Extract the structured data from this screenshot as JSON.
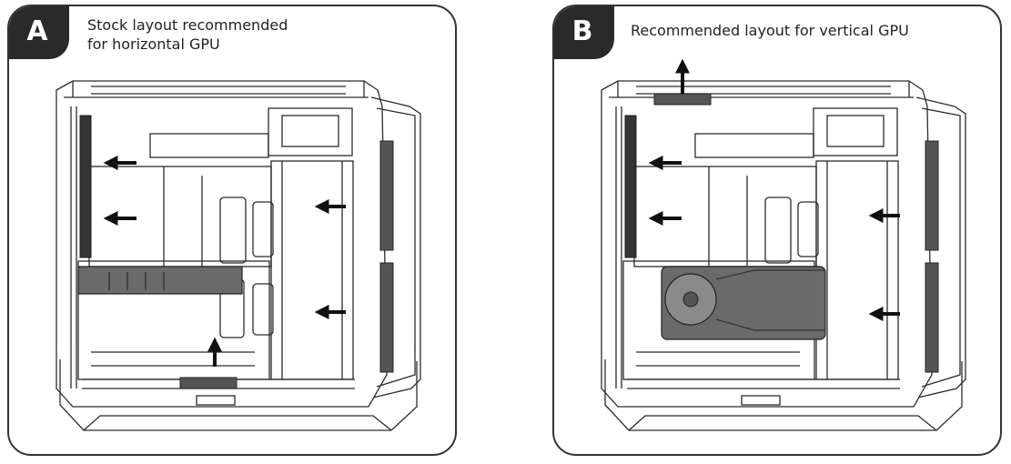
{
  "panels": [
    {
      "label": "A",
      "caption_line1": "Stock layout recommended",
      "caption_line2": "for horizontal GPU"
    },
    {
      "label": "B",
      "caption": "Recommended layout for vertical GPU"
    }
  ],
  "colors": {
    "line": "#2b2b2b",
    "panel_border": "#333333",
    "tab_fill": "#2a2a2a",
    "gpu_fill": "#6a6a6a"
  }
}
